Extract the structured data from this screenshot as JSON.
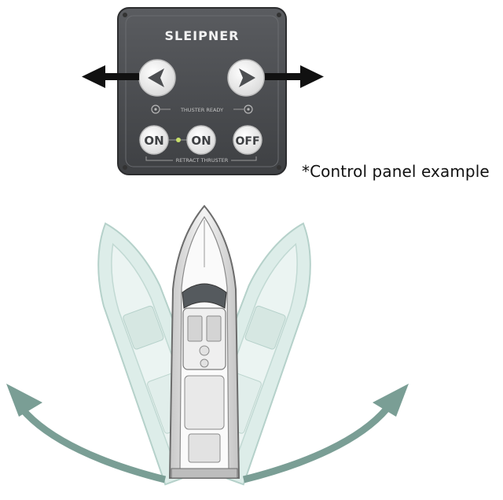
{
  "panel": {
    "brand": "SLEIPNER",
    "ready_label": "THUSTER READY",
    "retract_label": "RETRACT THRUSTER",
    "buttons": {
      "on_left": "ON",
      "on_right": "ON",
      "off": "OFF"
    },
    "icons": [
      "arrow-left-icon",
      "arrow-right-icon"
    ]
  },
  "caption": "*Control panel example",
  "colors": {
    "panel_face": "#4a4c4f",
    "teal_arrow": "#7a9e95",
    "ghost_boat": "#d6e8e4"
  }
}
